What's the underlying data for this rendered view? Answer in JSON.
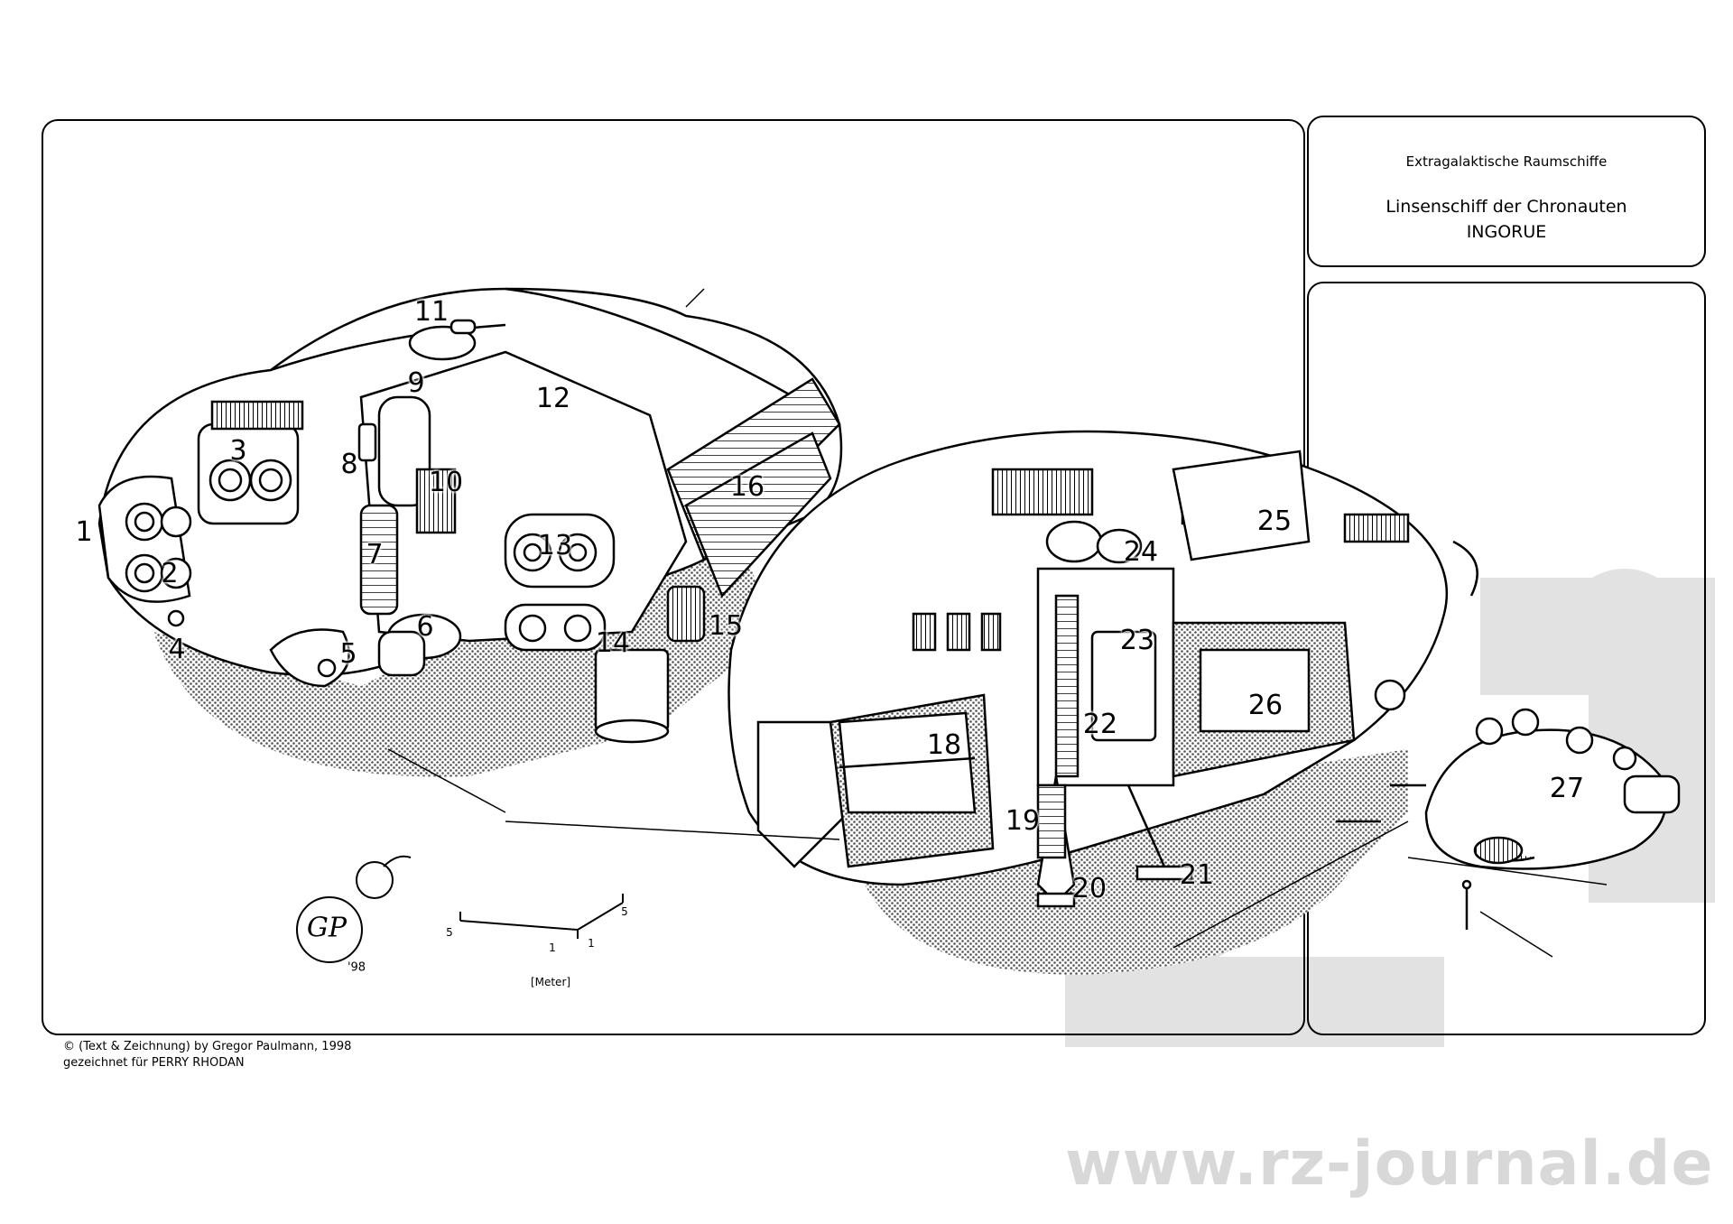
{
  "title_box": {
    "category": "Extragalaktische Raumschiffe",
    "ship_type": "Linsenschiff der Chronauten",
    "ship_name": "INGORUE"
  },
  "callouts": [
    "1",
    "2",
    "3",
    "4",
    "5",
    "6",
    "7",
    "8",
    "9",
    "10",
    "11",
    "12",
    "13",
    "14",
    "15",
    "16",
    "18",
    "19",
    "20",
    "21",
    "22",
    "23",
    "24",
    "25",
    "26",
    "27"
  ],
  "scale": {
    "unit_label": "[Meter]",
    "tick_5_left": "5",
    "tick_1_bottom": "1",
    "tick_1_right": "1",
    "tick_5_right": "5"
  },
  "signature": {
    "initials": "GP",
    "year": "'98"
  },
  "credits": {
    "line1": "© (Text & Zeichnung) by Gregor Paulmann, 1998",
    "line2": "gezeichnet für PERRY RHODAN"
  },
  "watermark": {
    "text": "www.rz-journal.de",
    "color": "#d8d8d8"
  },
  "colors": {
    "ink": "#000000",
    "paper": "#ffffff",
    "shadow_hatch": "#9a9a9a",
    "watermark": "#d8d8d8"
  }
}
